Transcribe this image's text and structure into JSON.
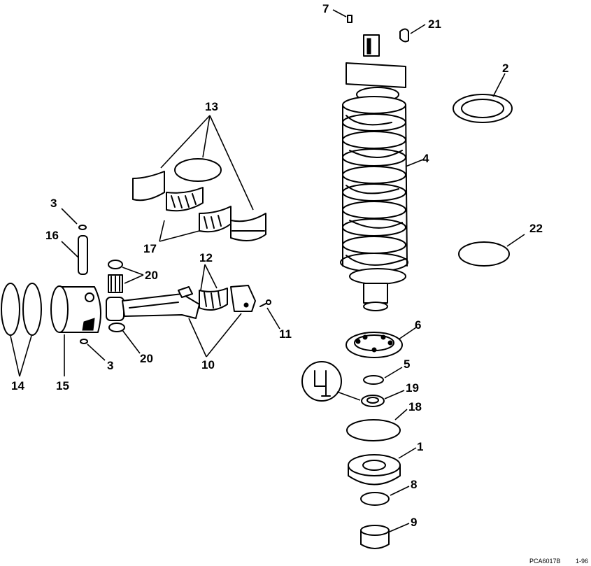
{
  "callouts": {
    "c1": "1",
    "c2": "2",
    "c3a": "3",
    "c3b": "3",
    "c4": "4",
    "c5": "5",
    "c6": "6",
    "c7": "7",
    "c8": "8",
    "c9": "9",
    "c10": "10",
    "c11": "11",
    "c12": "12",
    "c13": "13",
    "c14": "14",
    "c15": "15",
    "c16": "16",
    "c17": "17",
    "c18": "18",
    "c19": "19",
    "c20a": "20",
    "c20b": "20",
    "c21": "21",
    "c22": "22"
  },
  "footer": {
    "code": "PCA6017B",
    "date": "1-96"
  },
  "icons": {
    "lubricant": "lubricant-symbol-icon"
  }
}
